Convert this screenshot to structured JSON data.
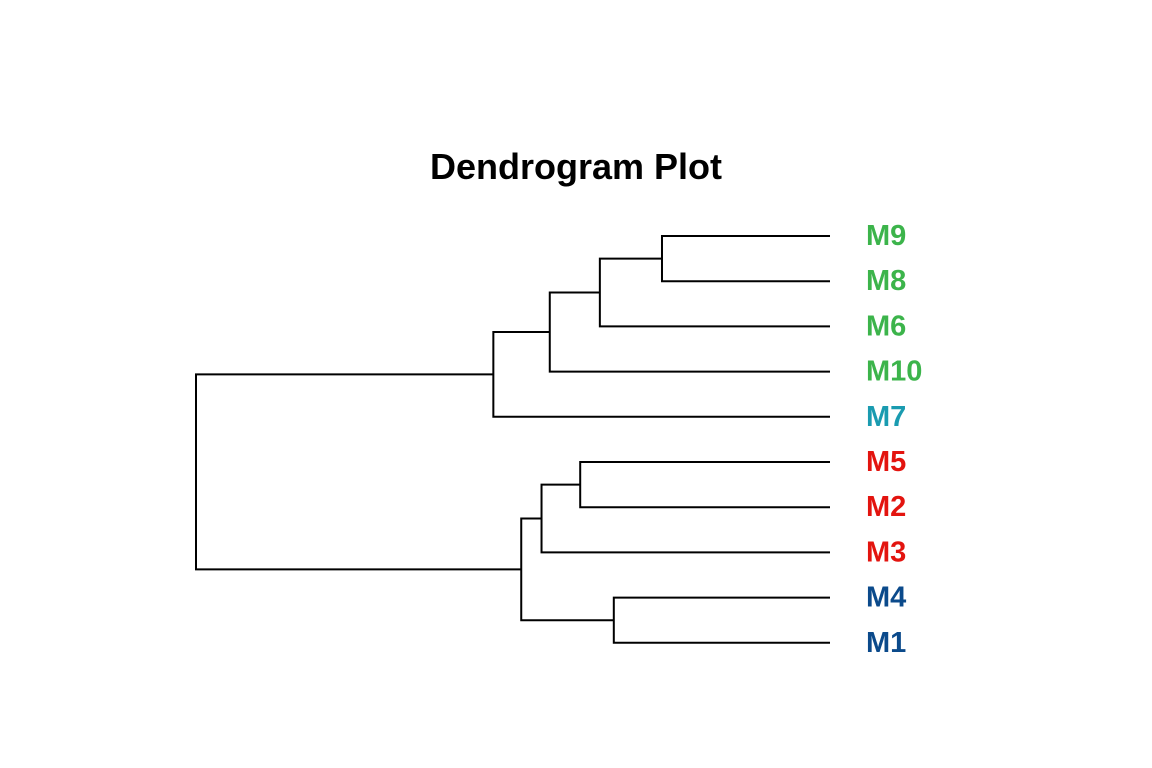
{
  "chart_data": {
    "type": "dendrogram",
    "title": "Dendrogram Plot",
    "orientation": "horizontal",
    "leaves_top_to_bottom": [
      "M9",
      "M8",
      "M6",
      "M10",
      "M7",
      "M5",
      "M2",
      "M3",
      "M4",
      "M1"
    ],
    "leaf_colors": {
      "M9": "#3cb44b",
      "M8": "#3cb44b",
      "M6": "#3cb44b",
      "M10": "#3cb44b",
      "M7": "#1a9bb0",
      "M5": "#e3140f",
      "M2": "#e3140f",
      "M3": "#e3140f",
      "M4": "#0b4a8b",
      "M1": "#0b4a8b"
    },
    "merges": [
      {
        "id": "c1",
        "left": "M9",
        "right": "M8",
        "height": 0.265
      },
      {
        "id": "c2",
        "left": "c1",
        "right": "M6",
        "height": 0.363
      },
      {
        "id": "c3",
        "left": "c2",
        "right": "M10",
        "height": 0.442
      },
      {
        "id": "c4",
        "left": "c3",
        "right": "M7",
        "height": 0.531
      },
      {
        "id": "c5",
        "left": "M5",
        "right": "M2",
        "height": 0.394
      },
      {
        "id": "c6",
        "left": "c5",
        "right": "M3",
        "height": 0.455
      },
      {
        "id": "c7",
        "left": "M4",
        "right": "M1",
        "height": 0.341
      },
      {
        "id": "c8",
        "left": "c6",
        "right": "c7",
        "height": 0.487
      },
      {
        "id": "c9",
        "left": "c4",
        "right": "c8",
        "height": 1.0
      }
    ],
    "max_height": 1.0
  }
}
